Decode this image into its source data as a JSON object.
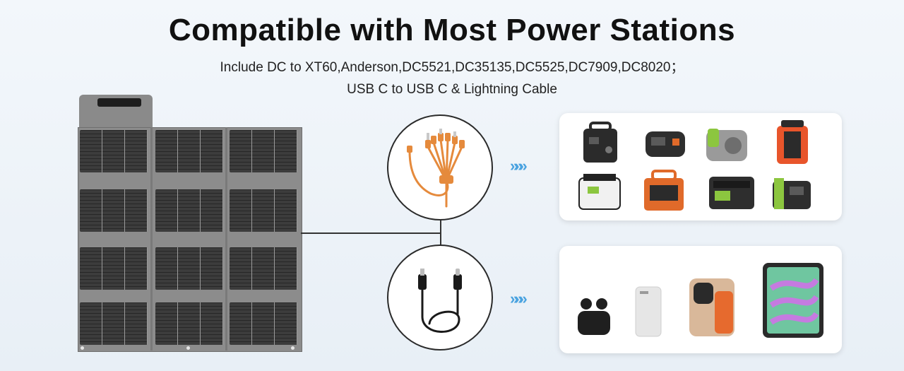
{
  "header": {
    "title": "Compatible with Most Power Stations",
    "subtitle_line1": "Include DC to XT60,Anderson,DC5521,DC35135,DC5525,DC7909,DC8020；",
    "subtitle_line2": "USB C to USB C & Lightning Cable"
  },
  "colors": {
    "accent_arrow": "#4aa3e0",
    "cable_orange": "#e58a3c",
    "panel_gray": "#8c8c8c",
    "cell_dark": "#3c3c3c"
  },
  "icons": {
    "arrow": "»»»"
  }
}
